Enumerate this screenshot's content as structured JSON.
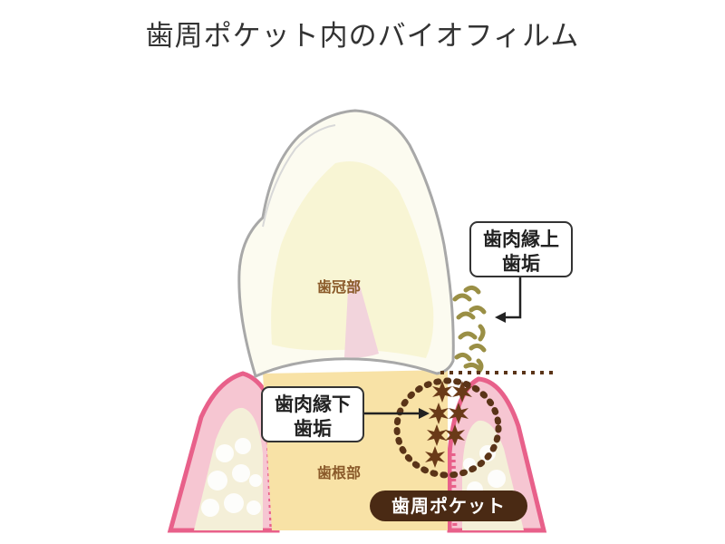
{
  "title": "歯周ポケット内のバイオフィルム",
  "labels": {
    "crown": "歯冠部",
    "root": "歯根部",
    "supragingival_plaque": {
      "line1": "歯肉縁上",
      "line2": "歯垢"
    },
    "subgingival_plaque": {
      "line1": "歯肉縁下",
      "line2": "歯垢"
    },
    "periodontal_pocket": "歯周ポケット"
  },
  "colors": {
    "gum": "#e8608a",
    "gum_light": "#f6c6d2",
    "bone": "#f4efd8",
    "root": "#f8e2a6",
    "crown": "#fcfbf0",
    "pulp": "#f2d4dc",
    "supra_plaque": "#9a8f45",
    "sub_plaque": "#5a3418",
    "outline": "#9a9a9a",
    "badge": "#4a2a14"
  }
}
